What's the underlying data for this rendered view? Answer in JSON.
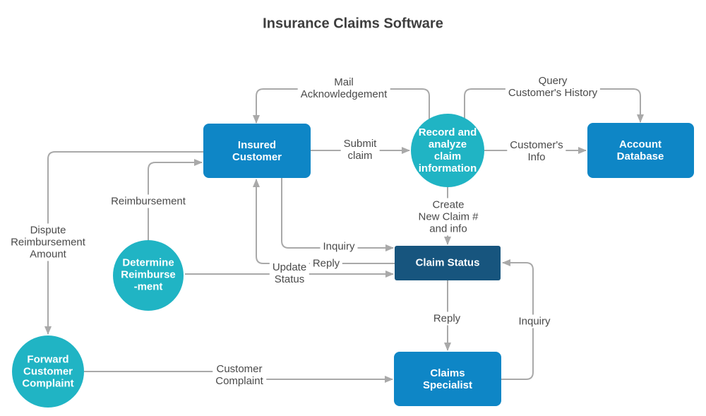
{
  "title": "Insurance Claims Software",
  "colors": {
    "process_fill": "#0e86c6",
    "store_fill": "#17557e",
    "circle_fill": "#20b4c4",
    "connector": "#a9a9a9",
    "node_text": "#ffffff",
    "label_text": "#4a4a4a",
    "title_text": "#3e3e3e",
    "background": "#ffffff"
  },
  "nodes": {
    "insured_customer": {
      "label": "Insured\nCustomer",
      "shape": "rounded-rect"
    },
    "record_analyze": {
      "label": "Record and\nanalyze\nclaim\ninformation",
      "shape": "circle"
    },
    "account_database": {
      "label": "Account\nDatabase",
      "shape": "rounded-rect"
    },
    "claim_status": {
      "label": "Claim Status",
      "shape": "rect"
    },
    "determine_reimbursement": {
      "label": "Determine\nReimburse\n-ment",
      "shape": "circle"
    },
    "forward_complaint": {
      "label": "Forward\nCustomer\nComplaint",
      "shape": "circle"
    },
    "claims_specialist": {
      "label": "Claims\nSpecialist",
      "shape": "rounded-rect"
    }
  },
  "edges": {
    "mail_ack": {
      "label": "Mail\nAcknowledgement",
      "from": "record_analyze",
      "to": "insured_customer"
    },
    "query_history": {
      "label": "Query\nCustomer's History",
      "from": "record_analyze",
      "to": "account_database"
    },
    "submit_claim": {
      "label": "Submit\nclaim",
      "from": "insured_customer",
      "to": "record_analyze"
    },
    "customers_info": {
      "label": "Customer's\nInfo",
      "from": "record_analyze",
      "to": "account_database"
    },
    "create_claim": {
      "label": "Create\nNew Claim #\nand info",
      "from": "record_analyze",
      "to": "claim_status"
    },
    "reimbursement": {
      "label": "Reimbursement",
      "from": "determine_reimbursement",
      "to": "insured_customer"
    },
    "dispute": {
      "label": "Dispute\nReimbursement\nAmount",
      "from": "insured_customer",
      "to": "forward_complaint"
    },
    "inquiry_left": {
      "label": "Inquiry",
      "from": "insured_customer",
      "to": "claim_status"
    },
    "reply_left": {
      "label": "Reply",
      "from": "claim_status",
      "to": "insured_customer"
    },
    "update_status": {
      "label": "Update\nStatus",
      "from": "determine_reimbursement",
      "to": "claim_status"
    },
    "reply_down": {
      "label": "Reply",
      "from": "claim_status",
      "to": "claims_specialist"
    },
    "inquiry_right": {
      "label": "Inquiry",
      "from": "claims_specialist",
      "to": "claim_status"
    },
    "customer_complaint": {
      "label": "Customer\nComplaint",
      "from": "forward_complaint",
      "to": "claims_specialist"
    }
  }
}
